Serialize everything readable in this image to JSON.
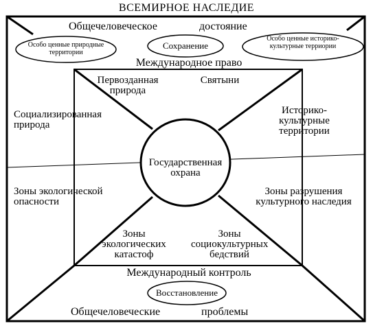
{
  "title": "ВСЕМИРНОЕ НАСЛЕДИЕ",
  "top_heading_left": "Общечеловеческое",
  "top_heading_right": "достояние",
  "ovals_top": {
    "left": "Особо ценные природные территории",
    "center": "Сохранение",
    "right": "Особо ценные историко-культурные терриории"
  },
  "international_law": "Международное право",
  "inner_top_left": "Первозданная природа",
  "inner_top_right": "Святыни",
  "left_upper": "Социализированная природа",
  "right_upper": "Историко-культурные территории",
  "center_circle": "Государственная охрана",
  "left_lower": "Зоны экологической опасности",
  "right_lower": "Зоны разрушения культурного наследия",
  "inner_bottom_left": "Зоны экологических катастоф",
  "inner_bottom_right": "Зоны социокультурных бедствий",
  "international_control": "Международный контроль",
  "oval_bottom": "Восстановление",
  "bottom_heading_left": "Общечеловеческие",
  "bottom_heading_right": "проблемы"
}
